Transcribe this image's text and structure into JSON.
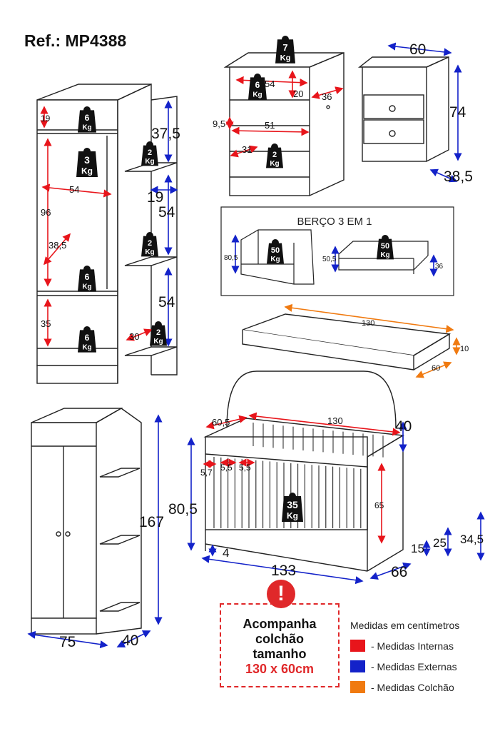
{
  "title": "Ref.: MP4388",
  "colors": {
    "internal": "#e8151b",
    "external": "#1322c9",
    "mattress": "#f07a10",
    "line": "#222222"
  },
  "weights": {
    "w7": "7",
    "w6a": "6",
    "w6b": "6",
    "w6c": "6",
    "w6d": "6",
    "w3": "3",
    "w2a": "2",
    "w2b": "2",
    "w2c": "2",
    "w2d": "2",
    "w50a": "50",
    "w50b": "50",
    "w35": "35",
    "unit": "Kg"
  },
  "wardrobe": {
    "d19a": "19",
    "d37_5": "37,5",
    "d54a": "54",
    "d96": "96",
    "d38_5": "38,5",
    "d19b": "19",
    "d54b": "54",
    "d54c": "54",
    "d35": "35",
    "d30": "30"
  },
  "wardrobe_closed": {
    "h167": "167",
    "w75": "75",
    "d40": "40"
  },
  "dresser": {
    "d54": "54",
    "d20": "20",
    "d36": "36",
    "d9_5": "9,5",
    "d51": "51",
    "d31": "31"
  },
  "nightstand": {
    "w60": "60",
    "h74": "74",
    "d38_5": "38,5"
  },
  "crib_box": {
    "title": "BERÇO 3 EM 1",
    "h80_5": "80,5",
    "h50_5": "50,5",
    "h36": "36"
  },
  "mattress": {
    "l130": "130",
    "h10": "10",
    "w60": "60"
  },
  "crib": {
    "d60_5": "60,5",
    "d130": "130",
    "d40": "40",
    "d5_7": "5,7",
    "d5_5a": "5,5",
    "d5_5b": "5,5",
    "d65": "65",
    "d80_5": "80,5",
    "d4": "4",
    "d133": "133",
    "d66": "66",
    "d15": "15",
    "d25": "25",
    "d34_5": "34,5"
  },
  "notice": {
    "line1": "Acompanha",
    "line2": "colchão",
    "line3": "tamanho",
    "line4": "130 x 60cm",
    "mark": "!"
  },
  "legend": {
    "heading": "Medidas em centímetros",
    "items": [
      {
        "label": "- Medidas Internas",
        "color": "#e8151b"
      },
      {
        "label": "- Medidas Externas",
        "color": "#1322c9"
      },
      {
        "label": "- Medidas Colchão",
        "color": "#f07a10"
      }
    ]
  }
}
